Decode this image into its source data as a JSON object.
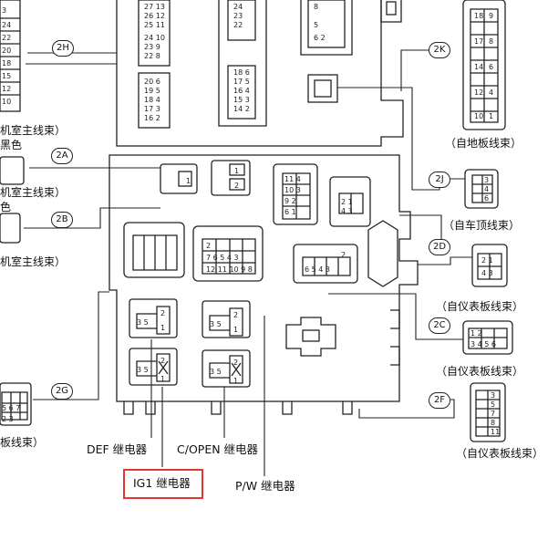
{
  "connectors": {
    "c2H": "2H",
    "c2K": "2K",
    "c2A": "2A",
    "c2B": "2B",
    "c2J": "2J",
    "c2D": "2D",
    "c2C": "2C",
    "c2G": "2G",
    "c2F": "2F"
  },
  "harness_labels": {
    "left_1": "机室主线束）",
    "left_1_color": "黑色",
    "left_2": "机室主线束）",
    "left_2_color": "色",
    "left_3": "机室主线束）",
    "left_4": "板线束）",
    "right_2K": "（自地板线束）",
    "right_2J": "（自车顶线束）",
    "right_2D": "（自仪表板线束）",
    "right_2C": "（自仪表板线束）",
    "right_2F": "（自仪表板线束）"
  },
  "relays": {
    "def": "DEF 继电器",
    "copen": "C/OPEN 继电器",
    "ig1": "IG1 继电器",
    "pw": "P/W 继电器"
  },
  "highlight_color": "#e0392f"
}
